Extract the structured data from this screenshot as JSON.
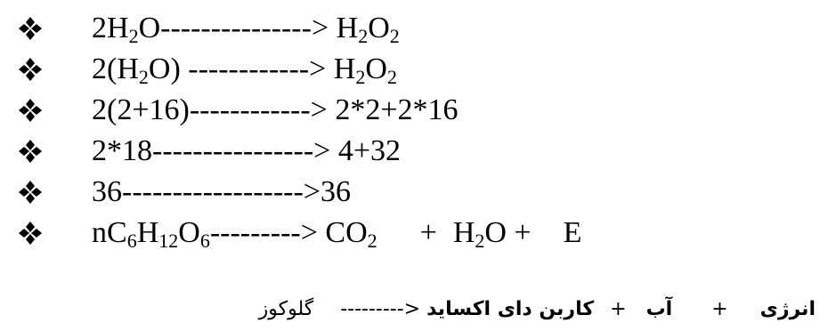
{
  "bullet_icon": "four-diamond-bullet-icon",
  "lines": [
    {
      "pre": "2H",
      "s1": "2",
      "mid": "O---------------> H",
      "s2": "2",
      "post": "O",
      "s3": "2"
    },
    {
      "pre": "2(H",
      "s1": "2",
      "mid": "O) ------------> H",
      "s2": "2",
      "post": "O",
      "s3": "2"
    },
    {
      "text": "2(2+16)------------> 2*2+2*16"
    },
    {
      "text": "2*18----------------> 4+32"
    },
    {
      "text": "36------------------>36"
    }
  ],
  "reaction": {
    "n": "nC",
    "s6": "6",
    "h": "H",
    "s12": "12",
    "o": "O",
    "s6b": "6",
    "arrow": "---------> CO",
    "s2a": "2",
    "plus1": "+",
    "h2": "H",
    "s2b": "2",
    "o2": "O +",
    "e": "E"
  },
  "persian": {
    "energy": "انرژی",
    "plus_a": "+",
    "water": "آب",
    "plus_b": "+",
    "co2": "کاربن دای اکساید",
    "arrow": "<---------",
    "glucose": "گلوکوز"
  }
}
